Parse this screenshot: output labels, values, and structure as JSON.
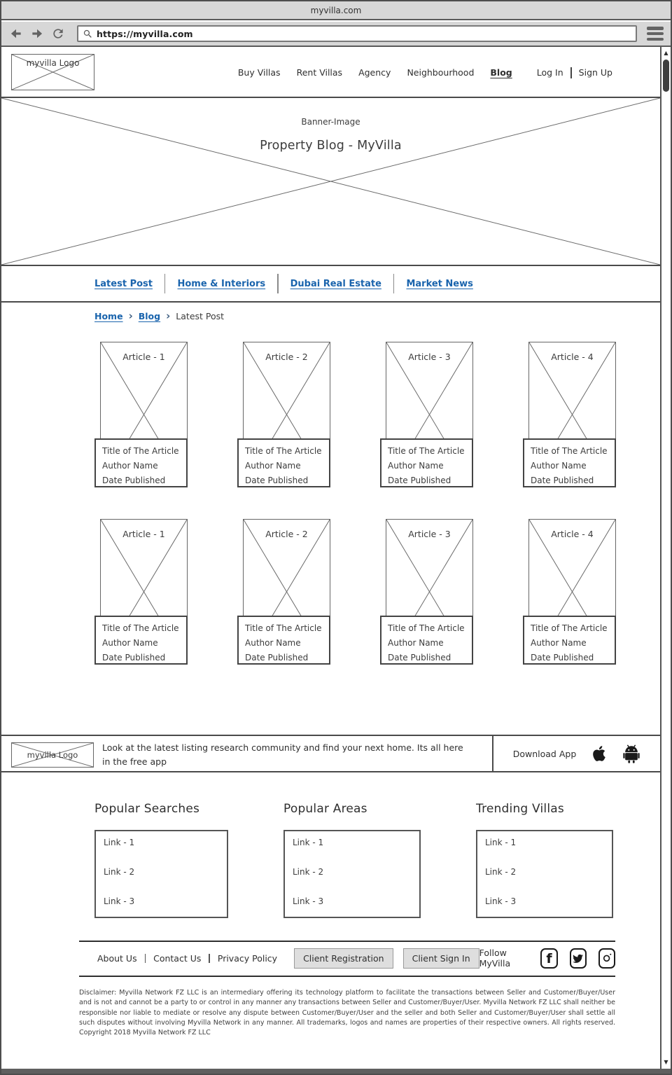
{
  "browser": {
    "title": "myvilla.com",
    "url": "https://myvilla.com"
  },
  "header": {
    "logo_label": "myvilla Logo",
    "nav": [
      {
        "label": "Buy Villas"
      },
      {
        "label": "Rent Villas"
      },
      {
        "label": "Agency"
      },
      {
        "label": "Neighbourhood"
      },
      {
        "label": "Blog"
      }
    ],
    "login_label": "Log In",
    "signup_label": "Sign Up"
  },
  "banner": {
    "placeholder_label": "Banner-Image",
    "title": "Property Blog - MyVilla"
  },
  "category_tabs": [
    "Latest Post",
    "Home & Interiors",
    "Dubai Real Estate",
    "Market News"
  ],
  "breadcrumb": {
    "home": "Home",
    "blog": "Blog",
    "current": "Latest Post"
  },
  "articles": [
    {
      "image_label": "Article - 1",
      "title": "Title of The Article",
      "author": "Author Name",
      "date": "Date Published"
    },
    {
      "image_label": "Article - 2",
      "title": "Title of The Article",
      "author": "Author Name",
      "date": "Date Published"
    },
    {
      "image_label": "Article - 3",
      "title": "Title of The Article",
      "author": "Author Name",
      "date": "Date Published"
    },
    {
      "image_label": "Article - 4",
      "title": "Title of The Article",
      "author": "Author Name",
      "date": "Date Published"
    },
    {
      "image_label": "Article - 1",
      "title": "Title of The Article",
      "author": "Author Name",
      "date": "Date Published"
    },
    {
      "image_label": "Article - 2",
      "title": "Title of The Article",
      "author": "Author Name",
      "date": "Date Published"
    },
    {
      "image_label": "Article - 3",
      "title": "Title of The Article",
      "author": "Author Name",
      "date": "Date Published"
    },
    {
      "image_label": "Article - 4",
      "title": "Title of The Article",
      "author": "Author Name",
      "date": "Date Published"
    }
  ],
  "app_band": {
    "logo_label": "myvilla Logo",
    "text": "Look at the latest listing research community and find your next home. Its all here in the free app",
    "download_label": "Download App"
  },
  "footer_columns": [
    {
      "heading": "Popular Searches",
      "links": [
        "Link - 1",
        "Link - 2",
        "Link - 3"
      ]
    },
    {
      "heading": "Popular Areas",
      "links": [
        "Link - 1",
        "Link - 2",
        "Link - 3"
      ]
    },
    {
      "heading": "Trending Villas",
      "links": [
        "Link - 1",
        "Link - 2",
        "Link - 3"
      ]
    }
  ],
  "bottom_bar": {
    "links": [
      "About Us",
      "Contact Us",
      "Privacy Policy"
    ],
    "buttons": [
      "Client Registration",
      "Client Sign In"
    ],
    "follow_label": "Follow MyVilla"
  },
  "glyphs": {
    "facebook_f": "f",
    "scroll_up": "▲",
    "scroll_down": "▼",
    "chevron": "›"
  },
  "colors": {
    "link_blue": "#1a64ad",
    "chrome_gray": "#d7d7d7",
    "border_dark": "#4a4a4a",
    "text": "#3c3c3c",
    "button_bg": "#dedede"
  },
  "disclaimer": "Disclaimer: Myvilla Network FZ LLC is an intermediary offering its technology platform to facilitate the transactions between Seller and Customer/Buyer/User and is not and cannot be a party to or control in any manner any transactions between Seller and Customer/Buyer/User. Myvilla Network FZ LLC shall neither be responsible nor liable to mediate or resolve any dispute between Customer/Buyer/User and the seller and both Seller and Customer/Buyer/User shall settle all such disputes without involving Myvilla Network in any manner. All trademarks, logos and names are properties of their respective owners. All rights reserved. Copyright 2018 Myvilla Network FZ LLC"
}
